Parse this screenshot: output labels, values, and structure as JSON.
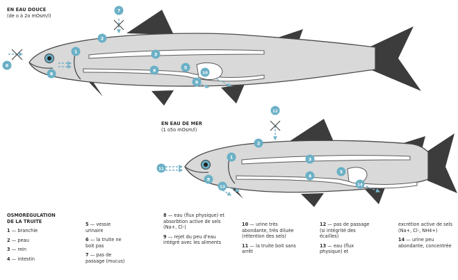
{
  "fresh_water": {
    "title": "EN EAU DOUCE",
    "subtitle": "(de o à 2o mOsm/l)",
    "markers": [
      "1",
      "2",
      "3",
      "4",
      "5",
      "6",
      "7",
      "8",
      "9",
      "10"
    ]
  },
  "sea_water": {
    "title": "EN EAU DE MER",
    "subtitle": "(1 o5o mOsm/l)",
    "markers": [
      "1",
      "2",
      "3",
      "4",
      "5",
      "8",
      "11",
      "12",
      "13",
      "14"
    ]
  },
  "legend": {
    "heading1": "OSMORÉGULATION",
    "heading2": "DE LA TRUITE",
    "items": [
      {
        "num": "1",
        "dash": "—",
        "text": "branchie"
      },
      {
        "num": "2",
        "dash": "—",
        "text": "peau"
      },
      {
        "num": "3",
        "dash": "—",
        "text": "rein"
      },
      {
        "num": "4",
        "dash": "—",
        "text": "intestin"
      },
      {
        "num": "5",
        "dash": "—",
        "text": "vessie urinaire"
      },
      {
        "num": "6",
        "dash": "—",
        "text": "la truite ne boit pas"
      },
      {
        "num": "7",
        "dash": "—",
        "text": "pas de passage (mucus)"
      },
      {
        "num": "8",
        "dash": "—",
        "text": "eau (flux physique) et absorbtion active de sels (Na+, Cl-)"
      },
      {
        "num": "9",
        "dash": "—",
        "text": "rejet du peu d'eau intégré avec les aliments"
      },
      {
        "num": "10",
        "dash": "—",
        "text": "urine très abondante, très diluée (rétention des sels)"
      },
      {
        "num": "11",
        "dash": "—",
        "text": "la truite boit sans arrêt"
      },
      {
        "num": "12",
        "dash": "—",
        "text": "pas de passage (si intégrité des écailles)"
      },
      {
        "num": "13",
        "dash": "—",
        "text": "eau (flux physique) et"
      },
      {
        "num": "13",
        "dash": "",
        "text": "excrétion active de sels (Na+, Cl-, NH4+)"
      },
      {
        "num": "14",
        "dash": "—",
        "text": "urine peu abondante, concentrée"
      }
    ]
  },
  "colors": {
    "fish_body": "#d9d9d9",
    "fins": "#3c3c3c",
    "accent": "#6bb0c6",
    "arrow": "#75b3c8"
  }
}
